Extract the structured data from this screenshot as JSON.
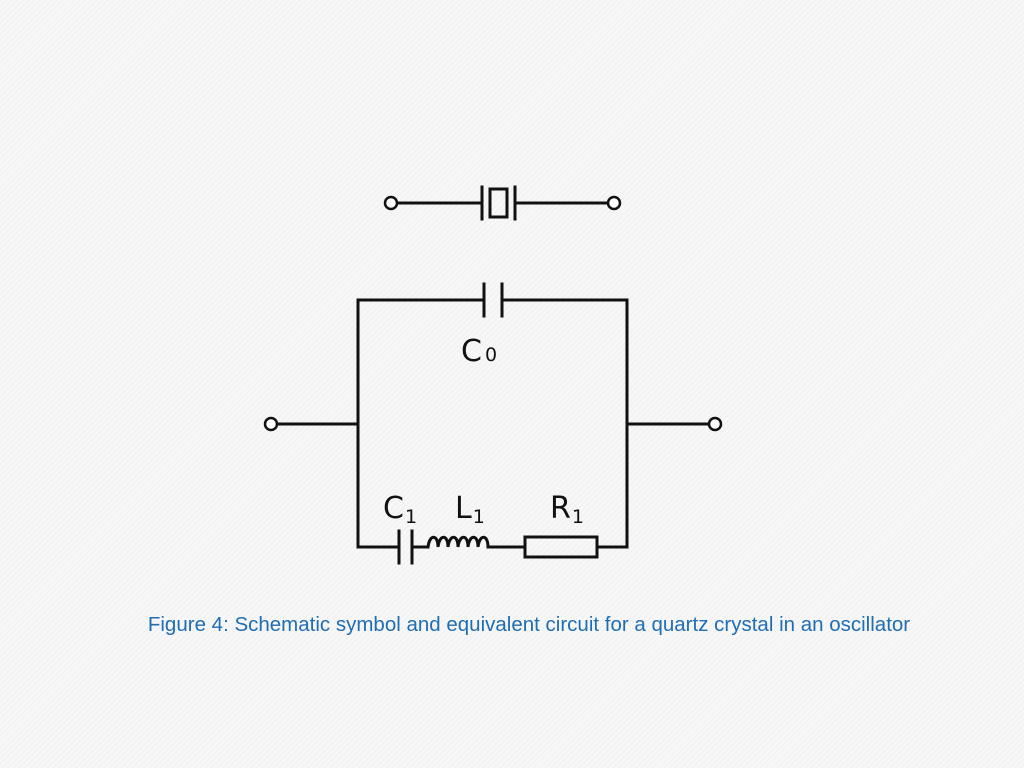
{
  "caption": "Figure 4: Schematic symbol and equivalent circuit for a quartz crystal in an oscillator",
  "labels": {
    "c0": {
      "main": "C",
      "sub": "0"
    },
    "c1": {
      "main": "C",
      "sub": "1"
    },
    "l1": {
      "main": "L",
      "sub": "1"
    },
    "r1": {
      "main": "R",
      "sub": "1"
    }
  },
  "colors": {
    "caption": "#1f6db3",
    "lines": "#111111"
  }
}
